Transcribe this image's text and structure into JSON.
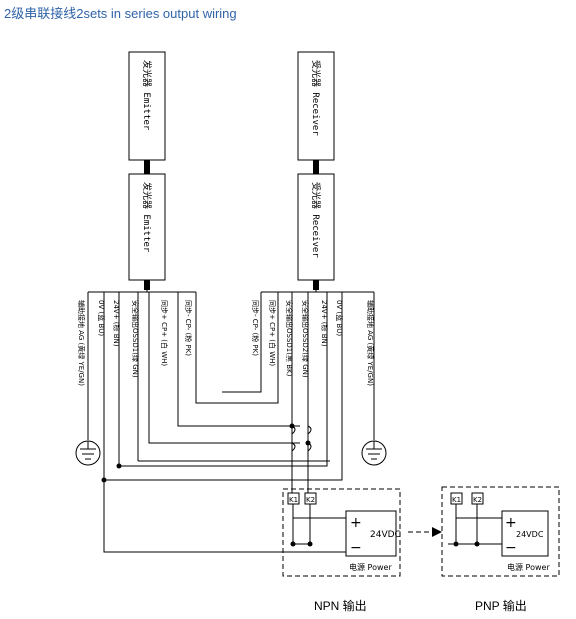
{
  "title": "2级串联接线2sets in series output wiring",
  "emitter_top": "发光器 Emitter",
  "emitter_bottom": "发光器 Emitter",
  "receiver_top": "受光器 Receiver",
  "receiver_bottom": "受光器 Receiver",
  "emitter_wires": {
    "ground": "辅助接地 AG (黄绿 YE/GN)",
    "zero_v": "0V (蓝 BU)",
    "plus24": "24V+ (棕 BN)",
    "ossd1": "安全输出OSSD1(绿 GN)",
    "sync_plus": "同步+ CP+ (白 WH)",
    "sync_minus": "同步- CP- (粉 PK)"
  },
  "receiver_wires": {
    "sync_minus": "同步- CP- (粉 PK)",
    "sync_plus": "同步+ CP+ (白 WH)",
    "ossd1": "安全输出OSSD1(黑 BK)",
    "ossd2": "安全输出OSSD2(绿 GN)",
    "plus24": "24V+ (棕 BN)",
    "zero_v": "0V (蓝 BU)",
    "ground": "辅助接地 AG (黄绿 YE/GN)"
  },
  "k1": "K1",
  "k2": "K2",
  "plus_sign": "+",
  "minus_sign": "−",
  "supply_voltage": "24VDC",
  "power_label": "电源 Power",
  "npn_caption": "NPN 输出",
  "pnp_caption": "PNP 输出"
}
